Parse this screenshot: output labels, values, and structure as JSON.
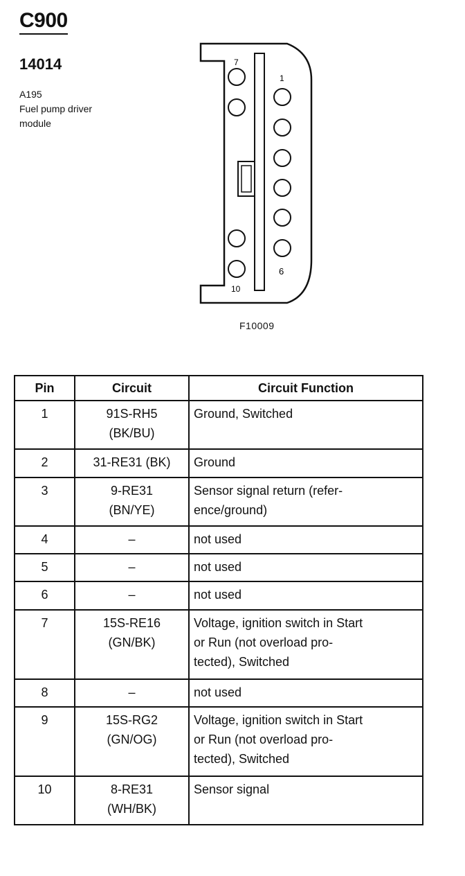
{
  "header": {
    "connector_id": "C900",
    "part_number": "14014",
    "component_code": "A195",
    "component_name_line1": "Fuel pump driver",
    "component_name_line2": "module"
  },
  "diagram": {
    "pin_label_1": "1",
    "pin_label_6": "6",
    "pin_label_7": "7",
    "pin_label_10": "10",
    "figure_id": "F10009"
  },
  "table": {
    "headers": [
      "Pin",
      "Circuit",
      "Circuit Function"
    ],
    "rows": [
      {
        "pin": "1",
        "circuit": "91S-RH5\n(BK/BU)",
        "function": "Ground, Switched"
      },
      {
        "pin": "2",
        "circuit": "31-RE31 (BK)",
        "function": "Ground"
      },
      {
        "pin": "3",
        "circuit": "9-RE31\n(BN/YE)",
        "function": "Sensor signal return (refer-\nence/ground)"
      },
      {
        "pin": "4",
        "circuit": "–",
        "function": "not used"
      },
      {
        "pin": "5",
        "circuit": "–",
        "function": "not used"
      },
      {
        "pin": "6",
        "circuit": "–",
        "function": "not used"
      },
      {
        "pin": "7",
        "circuit": "15S-RE16\n(GN/BK)",
        "function": "Voltage, ignition switch in Start\nor Run (not overload pro-\ntected), Switched"
      },
      {
        "pin": "8",
        "circuit": "–",
        "function": "not used"
      },
      {
        "pin": "9",
        "circuit": "15S-RG2\n(GN/OG)",
        "function": "Voltage, ignition switch in Start\nor Run (not overload pro-\ntected), Switched"
      },
      {
        "pin": "10",
        "circuit": "8-RE31\n(WH/BK)",
        "function": "Sensor signal"
      }
    ]
  }
}
